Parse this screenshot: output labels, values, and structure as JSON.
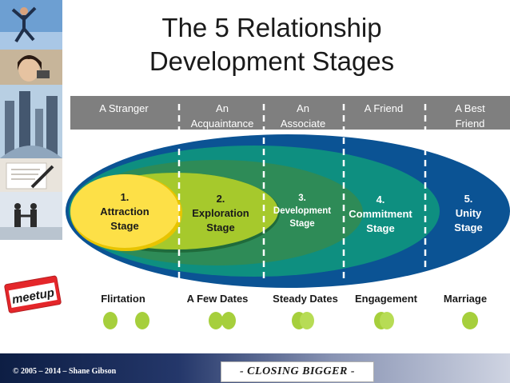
{
  "title": {
    "line1": "The 5 Relationship",
    "line2": "Development Stages"
  },
  "header": {
    "items": [
      {
        "line1": "A Stranger",
        "line2": ""
      },
      {
        "line1": "An",
        "line2": "Acquaintance"
      },
      {
        "line1": "An",
        "line2": "Associate"
      },
      {
        "line1": "A Friend",
        "line2": ""
      },
      {
        "line1": "A Best",
        "line2": "Friend"
      }
    ]
  },
  "stages": [
    {
      "num": "1.",
      "line1": "Attraction",
      "line2": "Stage"
    },
    {
      "num": "2.",
      "line1": "Exploration",
      "line2": "Stage"
    },
    {
      "num": "3.",
      "line1": "Development",
      "line2": "Stage"
    },
    {
      "num": "4.",
      "line1": "Commitment",
      "line2": "Stage"
    },
    {
      "num": "5.",
      "line1": "Unity",
      "line2": "Stage"
    }
  ],
  "milestones": [
    "Flirtation",
    "A Few Dates",
    "Steady Dates",
    "Engagement",
    "Marriage"
  ],
  "logo": {
    "text": "meetup"
  },
  "footer": {
    "copyright": "© 2005 – 2014 – Shane Gibson",
    "tagline": "- CLOSING BIGGER -"
  },
  "colors": {
    "stage1": "#fde047",
    "stage2": "#a6c92c",
    "stage3": "#2e8b57",
    "stage4": "#0e8f80",
    "stage5": "#0b5394",
    "header_bar": "#7f7f7f",
    "circle": "#a6cf3c"
  }
}
